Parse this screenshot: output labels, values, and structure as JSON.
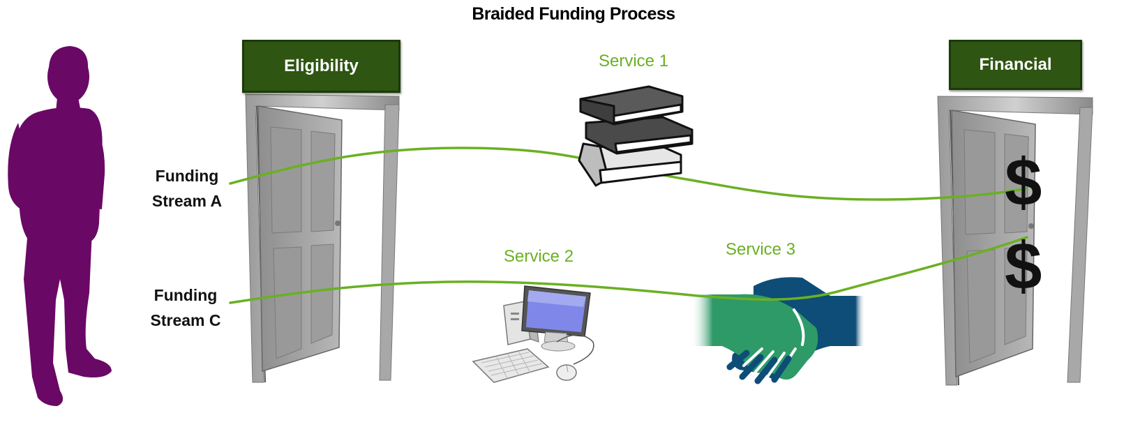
{
  "title": "Braided Funding Process",
  "doors": {
    "eligibility": {
      "label": "Eligibility"
    },
    "financial": {
      "label": "Financial"
    }
  },
  "services": [
    {
      "label": "Service 1",
      "icon": "books-icon"
    },
    {
      "label": "Service 2",
      "icon": "computer-icon"
    },
    {
      "label": "Service 3",
      "icon": "handshake-icon"
    }
  ],
  "streams": [
    {
      "line1": "Funding",
      "line2": "Stream A"
    },
    {
      "line1": "Funding",
      "line2": "Stream C"
    }
  ],
  "financial_symbols": [
    "$",
    "$"
  ],
  "colors": {
    "person": "#6a0866",
    "sign": "#2e5512",
    "service_text": "#6ab023",
    "stream_line": "#6ab023",
    "handshake_green": "#2e9a68",
    "handshake_blue": "#0d4d78"
  }
}
